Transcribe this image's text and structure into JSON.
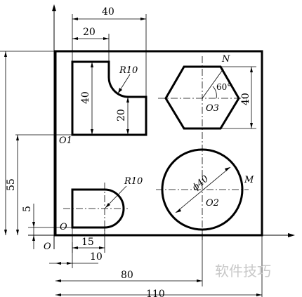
{
  "dims": {
    "top_40": "40",
    "top_20": "20",
    "r10_top": "R10",
    "vert_40_left": "40",
    "vert_20": "20",
    "hex_60": "60°",
    "hex_40": "40",
    "phi40": "ϕ40",
    "r10_bottom": "R10",
    "left_55": "55",
    "left_5": "5",
    "bottom_15": "15",
    "bottom_10": "10",
    "bottom_80": "80",
    "bottom_110": "110"
  },
  "points": {
    "O": "O",
    "O_axis": "O",
    "O1": "O1",
    "O2": "O2",
    "O3": "O3",
    "N": "N",
    "M": "M"
  },
  "watermark": "软件技巧"
}
